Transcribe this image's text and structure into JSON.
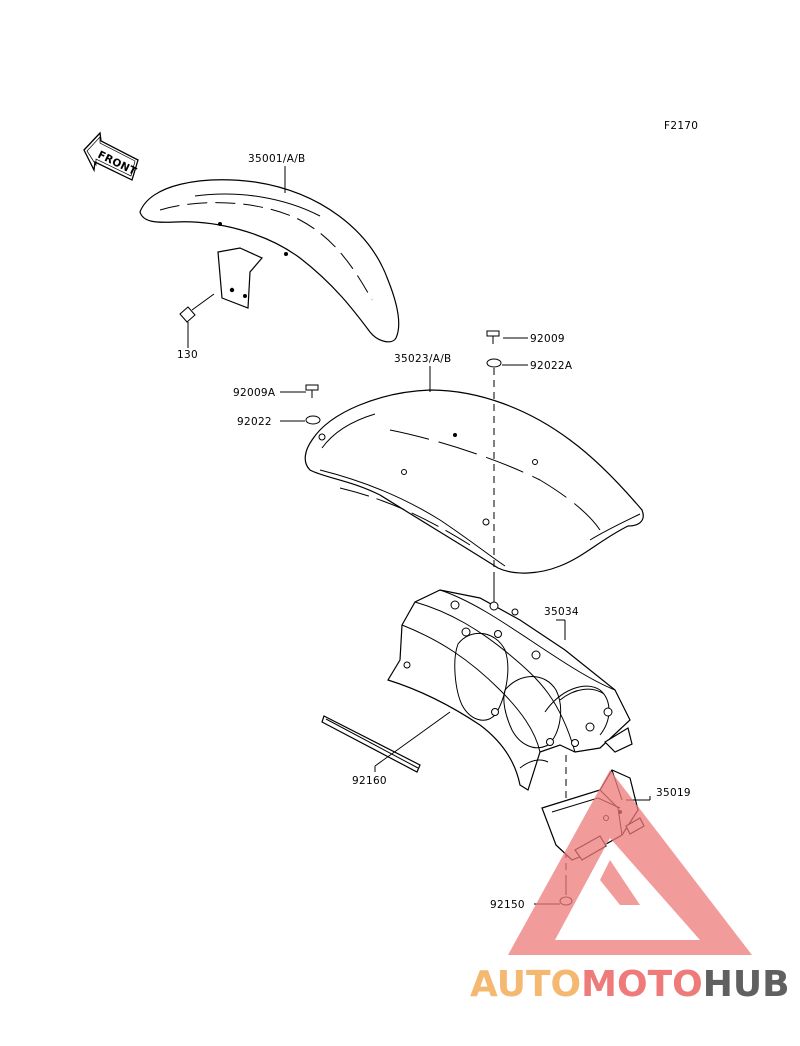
{
  "figure_code": "F2170",
  "front_arrow_label": "FRONT",
  "watermark": {
    "part1": "AUTO",
    "part2": "MOTO",
    "part3": "HUB",
    "color1": "#f5b870",
    "color2": "#ee7a7a",
    "color3": "#606060"
  },
  "parts": {
    "front_fender": "35001/A/B",
    "front_bolt": "130",
    "rear_fender": "35023/A/B",
    "bolt_92009": "92009",
    "washer_92022a": "92022A",
    "bolt_92009a": "92009A",
    "washer_92022": "92022",
    "rear_frame": "35034",
    "strip": "92160",
    "flap": "35019",
    "screw": "92150"
  }
}
